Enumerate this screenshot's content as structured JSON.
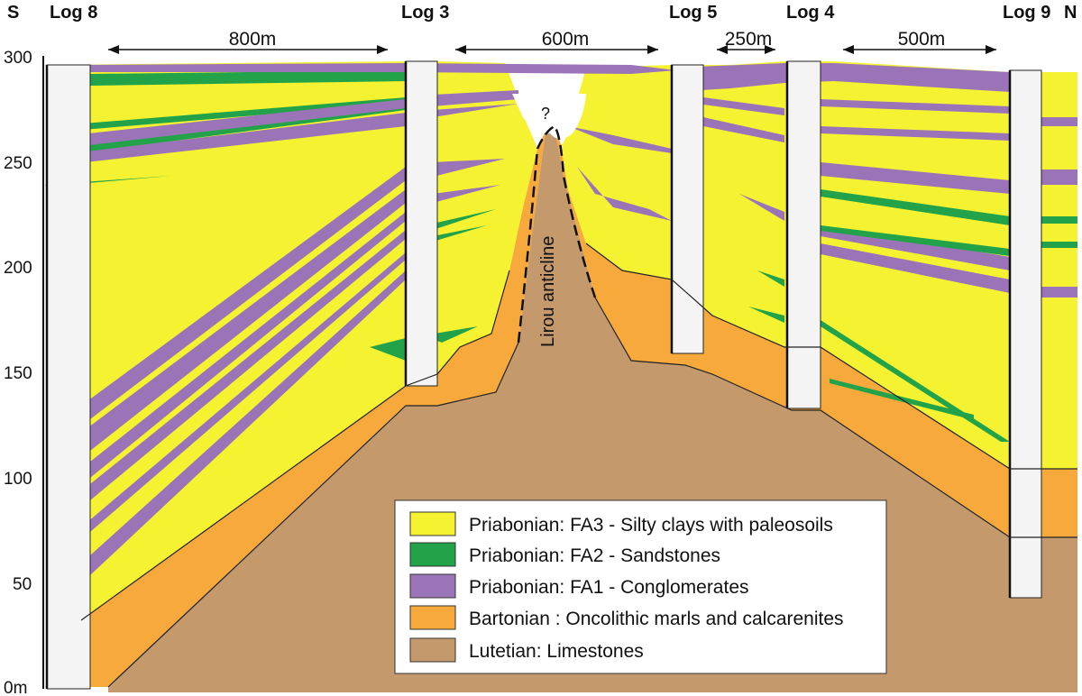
{
  "headers": {
    "south": "S",
    "north": "N",
    "log8": "Log 8",
    "log3": "Log 3",
    "log5": "Log 5",
    "log4": "Log 4",
    "log9": "Log 9"
  },
  "y_axis": {
    "ticks": [
      "300",
      "250",
      "200",
      "150",
      "100",
      "50",
      "0m"
    ]
  },
  "distances": {
    "log8_log3": "800m",
    "log3_log5": "600m",
    "log5_log4": "250m",
    "log4_log9": "500m"
  },
  "anticline_label": "Lirou anticline",
  "unknown_marker": "?",
  "legend": [
    {
      "label": "Priabonian: FA3 - Silty clays with paleosoils",
      "color": "#f5f232"
    },
    {
      "label": "Priabonian: FA2 - Sandstones",
      "color": "#22a34a"
    },
    {
      "label": "Priabonian: FA1 - Conglomerates",
      "color": "#9b74b8"
    },
    {
      "label": "Bartonian : Oncolithic marls and calcarenites",
      "color": "#f7a93c"
    },
    {
      "label": "Lutetian: Limestones",
      "color": "#c49a6c"
    }
  ],
  "colors": {
    "fa3": "#f5f232",
    "fa2": "#22a34a",
    "fa1": "#9b74b8",
    "bartonian": "#f7a93c",
    "lutetian": "#c49a6c"
  }
}
